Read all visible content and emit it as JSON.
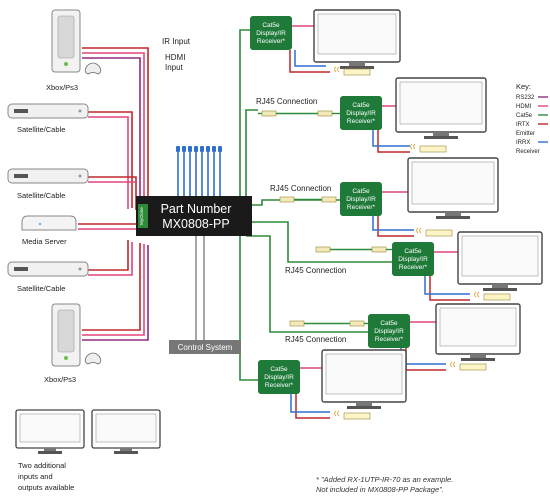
{
  "matrix": {
    "title_line1": "Part Number",
    "title_line2": "MX0808-PP",
    "brand": "MyClone"
  },
  "control_system": "Control System",
  "sources": [
    {
      "label": "Xbox/Ps3"
    },
    {
      "label": "Satellite/Cable"
    },
    {
      "label": "Satellite/Cable"
    },
    {
      "label": "Media Server"
    },
    {
      "label": "Satellite/Cable"
    },
    {
      "label": "Xbox/Ps3"
    }
  ],
  "input_labels": {
    "ir": "IR Input",
    "hdmi_line1": "HDMI",
    "hdmi_line2": "Input"
  },
  "receiver": {
    "line1": "Cat5e",
    "line2": "Display/IR",
    "line3": "Receiver*"
  },
  "rj45_label": "RJ45 Connection",
  "key": {
    "title": "Key:",
    "items": [
      {
        "label": "RS232",
        "color": "#8e2d7e"
      },
      {
        "label": "HDMI",
        "color": "#e0457b"
      },
      {
        "label": "Cat5e",
        "color": "#2e8b3a"
      },
      {
        "label": "IRTX",
        "color": "#c0282b"
      },
      {
        "label": "Emitter",
        "color": ""
      },
      {
        "label": "IRRX",
        "color": "#2f6fd0"
      },
      {
        "label": "Receiver",
        "color": ""
      }
    ]
  },
  "additional": {
    "line1": "Two additional",
    "line2": "inputs and",
    "line3": "outputs available"
  },
  "footnote": {
    "line1": "* \"Added RX-1UTP-IR-70 as an example.",
    "line2": "Not included in MX0808-PP Package\"."
  },
  "colors": {
    "hdmi": "#e0457b",
    "ir_red": "#c0282b",
    "rs232": "#8e2d7e",
    "cat5e": "#2e8b3a",
    "ir_blue": "#2f6fd0",
    "matrix_bg": "#1a1a1a",
    "receiver_bg": "#1f7a3a"
  }
}
